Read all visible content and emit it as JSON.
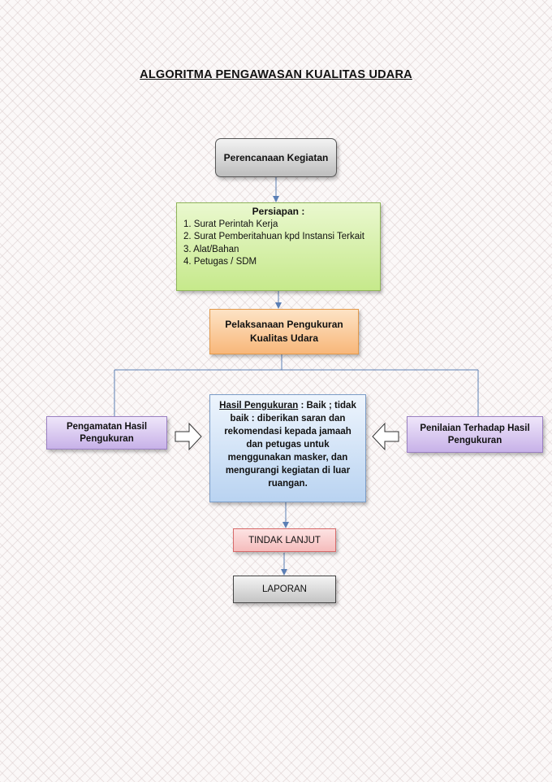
{
  "title": "ALGORITMA PENGAWASAN KUALITAS UDARA",
  "nodes": {
    "planning": "Perencanaan Kegiatan",
    "preparation": {
      "heading": "Persiapan :",
      "items": [
        "1. Surat Perintah Kerja",
        "2. Surat Pemberitahuan kpd Instansi Terkait",
        "3. Alat/Bahan",
        "4. Petugas / SDM"
      ]
    },
    "execution": "Pelaksanaan Pengukuran Kualitas Udara",
    "observation": "Pengamatan Hasil Pengukuran",
    "assessment": "Penilaian Terhadap Hasil Pengukuran",
    "result": {
      "label": "Hasil Pengukuran",
      "text": " : Baik ; tidak baik : diberikan saran dan rekomendasi kepada jamaah dan petugas untuk menggunakan masker, dan mengurangi kegiatan di luar ruangan."
    },
    "follow_up": "TINDAK LANJUT",
    "report": "LAPORAN"
  },
  "colors": {
    "connector": "#5b7fb5",
    "preparation_fill": "#c6e98b",
    "execution_fill": "#f8b77a",
    "result_fill": "#b9d3f1",
    "side_fill": "#c7b1e8",
    "follow_up_fill": "#f5bcbc"
  }
}
